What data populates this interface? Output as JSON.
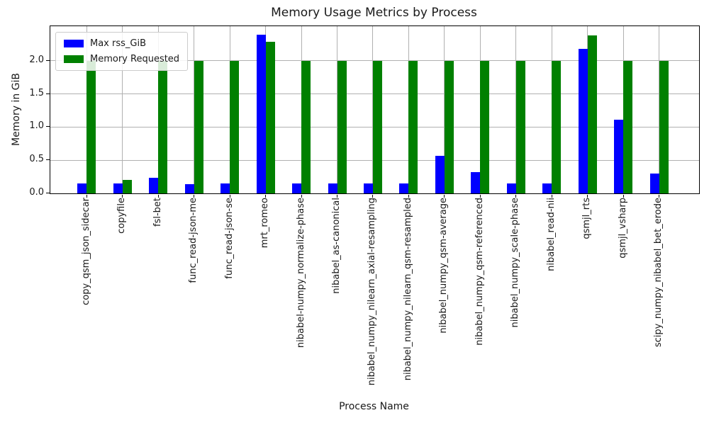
{
  "chart_data": {
    "type": "bar",
    "title": "Memory Usage Metrics by Process",
    "xlabel": "Process Name",
    "ylabel": "Memory in GiB",
    "categories": [
      "copy_qsm_json_sidecar",
      "copyfile",
      "fsl-bet",
      "func_read-json-me",
      "func_read-json-se",
      "mrt_romeo",
      "nibabel-numpy_normalize-phase",
      "nibabel_as-canonical",
      "nibabel_numpy_nilearn_axial-resampling",
      "nibabel_numpy_nilearn_qsm-resampled",
      "nibabel_numpy_qsm-average",
      "nibabel_numpy_qsm-referenced",
      "nibabel_numpy_scale-phase",
      "nibabel_read-nii",
      "qsmjl_rts",
      "qsmjl_vsharp",
      "scipy_numpy_nibabel_bet_erode"
    ],
    "series": [
      {
        "name": "Max rss_GiB",
        "color": "#0000ff",
        "values": [
          0.15,
          0.15,
          0.24,
          0.14,
          0.15,
          2.39,
          0.15,
          0.15,
          0.15,
          0.15,
          0.57,
          0.32,
          0.15,
          0.15,
          2.18,
          1.11,
          0.3
        ]
      },
      {
        "name": "Memory Requested",
        "color": "#008000",
        "values": [
          2.0,
          0.2,
          2.0,
          2.0,
          2.0,
          2.28,
          2.0,
          2.0,
          2.0,
          2.0,
          2.0,
          2.0,
          2.0,
          2.0,
          2.38,
          2.0,
          2.0
        ]
      }
    ],
    "ylim": [
      0,
      2.52
    ],
    "yticks": [
      0.0,
      0.5,
      1.0,
      1.5,
      2.0
    ],
    "grid": true,
    "legend_position": "upper left"
  },
  "colors": {
    "grid": "#b0b0b0",
    "spine": "#000000",
    "background": "#ffffff"
  }
}
